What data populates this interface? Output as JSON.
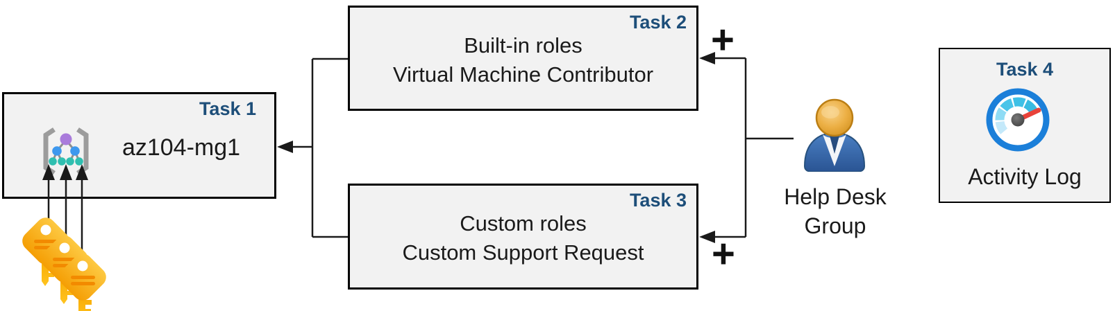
{
  "boxes": {
    "task1": {
      "label": "Task 1",
      "name": "az104-mg1",
      "icon": "management-group-icon"
    },
    "task2": {
      "label": "Task 2",
      "lines": [
        "Built-in roles",
        "Virtual Machine Contributor"
      ]
    },
    "task3": {
      "label": "Task 3",
      "lines": [
        "Custom roles",
        "Custom Support Request"
      ]
    },
    "task4": {
      "label": "Task 4",
      "caption": "Activity Log",
      "icon": "activity-log-gauge-icon"
    }
  },
  "actor": {
    "icon": "person-icon",
    "lines": [
      "Help Desk",
      "Group"
    ]
  },
  "connectors": {
    "plus_top": "+",
    "plus_bottom": "+",
    "keys_icon": "key-icon",
    "key_count": 3,
    "arrows": [
      "tasks-2-3-to-task1",
      "helpdesk-to-task2",
      "helpdesk-to-task3",
      "keys-to-management-group"
    ]
  },
  "colors": {
    "task_label_navy": "#1D4E79",
    "box_fill": "#F2F2F2",
    "box_border": "#000000",
    "body_text": "#1A1A1A",
    "connector_black": "#1A1A1A",
    "key_yellow": "#FFD24F",
    "key_orange": "#F49B00",
    "key_stripe": "#F28A00",
    "person_body_blue": "#33619F",
    "person_head_gold": "#E8A93C",
    "gauge_ring_blue": "#1B7FD9",
    "gauge_arc_cyan": "#3EC0E6",
    "gauge_needle_red": "#E8423A",
    "mgmt_root_purple": "#A97BDB",
    "mgmt_node_blue": "#3D98EE",
    "mgmt_leaf_teal": "#2FBFB0",
    "mgmt_brace_gray": "#9C9C9C"
  }
}
